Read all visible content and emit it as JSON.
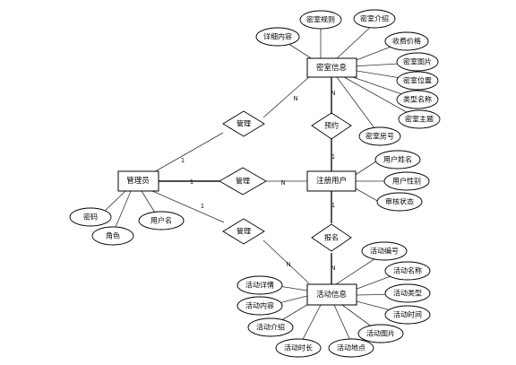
{
  "entities": {
    "room_info": "密室信息",
    "user": "注册用户",
    "admin": "管理员",
    "activity": "活动信息"
  },
  "relationships": {
    "manage_room": "管理",
    "reserve": "预约",
    "manage_user": "管理",
    "manage_activity": "管理",
    "signup": "报名"
  },
  "attributes": {
    "room_rules": "密室规则",
    "room_intro": "密室介绍",
    "details": "详细内容",
    "price": "收费价格",
    "room_image": "密室图片",
    "room_location": "密室位置",
    "type_name": "类型名称",
    "room_theme": "密室主题",
    "room_number": "密室房号",
    "user_name": "用户姓名",
    "user_gender": "用户性别",
    "review_status": "审核状态",
    "password": "密码",
    "role": "角色",
    "username": "用户名",
    "activity_no": "活动编号",
    "activity_name": "活动名称",
    "activity_type": "活动类型",
    "activity_time": "活动时间",
    "activity_image": "活动图片",
    "activity_place": "活动地点",
    "activity_duration": "活动时长",
    "activity_intro": "活动介绍",
    "activity_content": "活动内容",
    "activity_detail": "活动详情"
  },
  "cardinality": {
    "admin_room_1": "1",
    "admin_room_n": "N",
    "admin_user_1": "1",
    "admin_user_n": "N",
    "admin_act_1": "1",
    "admin_act_n": "N",
    "room_reserve": "N",
    "user_reserve": "1",
    "user_signup": "1",
    "act_signup": "N"
  }
}
